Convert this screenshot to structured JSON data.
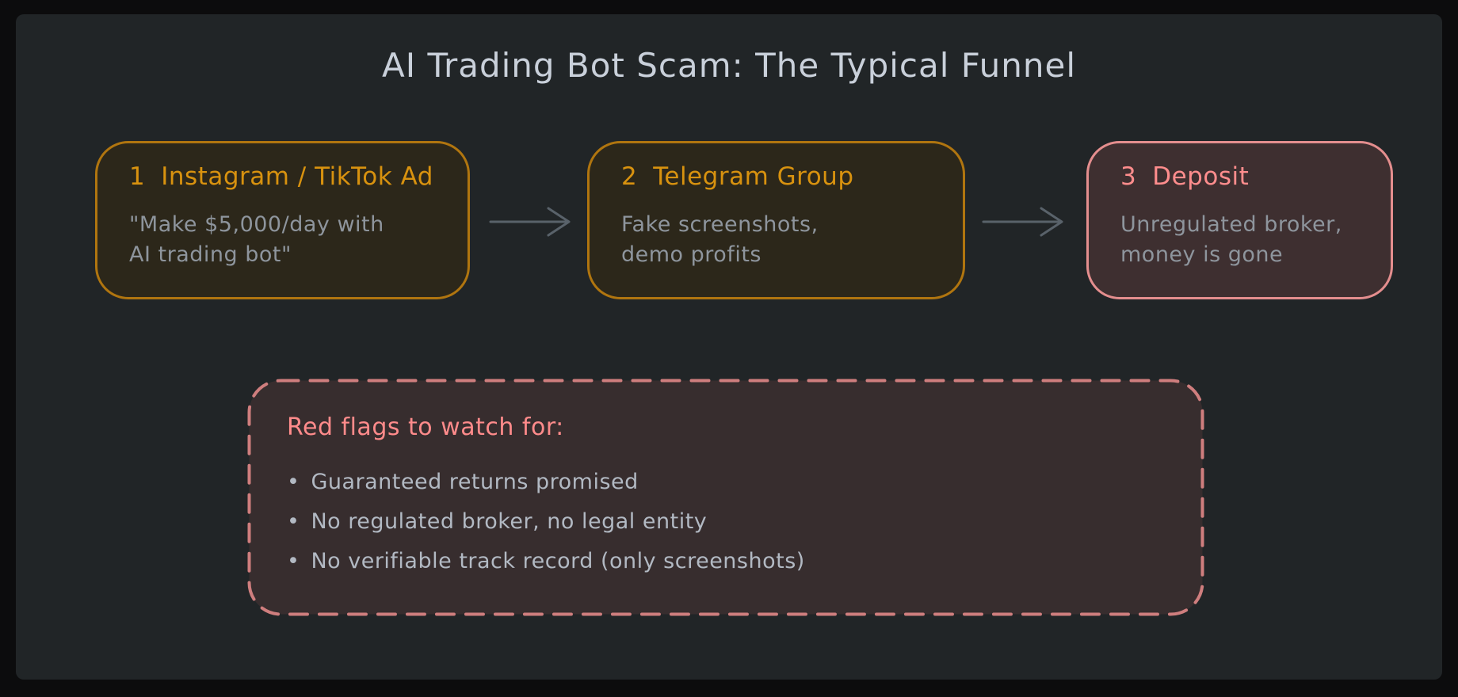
{
  "title": "AI Trading Bot Scam: The Typical Funnel",
  "funnel": {
    "steps": [
      {
        "number": "1",
        "label": "Instagram / TikTok Ad",
        "line1": "\"Make $5,000/day with",
        "line2": "AI trading bot\""
      },
      {
        "number": "2",
        "label": "Telegram Group",
        "line1": "Fake screenshots,",
        "line2": "demo profits"
      },
      {
        "number": "3",
        "label": "Deposit",
        "line1": "Unregulated broker,",
        "line2": "money is gone"
      }
    ]
  },
  "red_flags": {
    "title": "Red flags to watch for:",
    "bullet": "•",
    "items": [
      "Guaranteed returns promised",
      "No regulated broker, no legal entity",
      "No verifiable track record (only screenshots)"
    ]
  },
  "icons": {
    "arrow_1": "arrow-right-icon",
    "arrow_2": "arrow-right-icon"
  },
  "colors": {
    "bg-outer": "#0c0c0d",
    "bg-panel": "#212527",
    "title-text": "#c9d0da",
    "orange-border": "#b0750f",
    "orange-text": "#d8920f",
    "orange-fill": "#2c271a",
    "red-border": "#e48e8e",
    "red-text": "#ff8d8d",
    "red-fill": "#3e2f30",
    "flags-border": "#cf7e7e",
    "flags-fill": "#372d2e",
    "flags-title": "#ff8b8b",
    "body-gray": "#8e959d",
    "bullet-gray": "#b2b9c3",
    "arrow": "#59626a"
  }
}
